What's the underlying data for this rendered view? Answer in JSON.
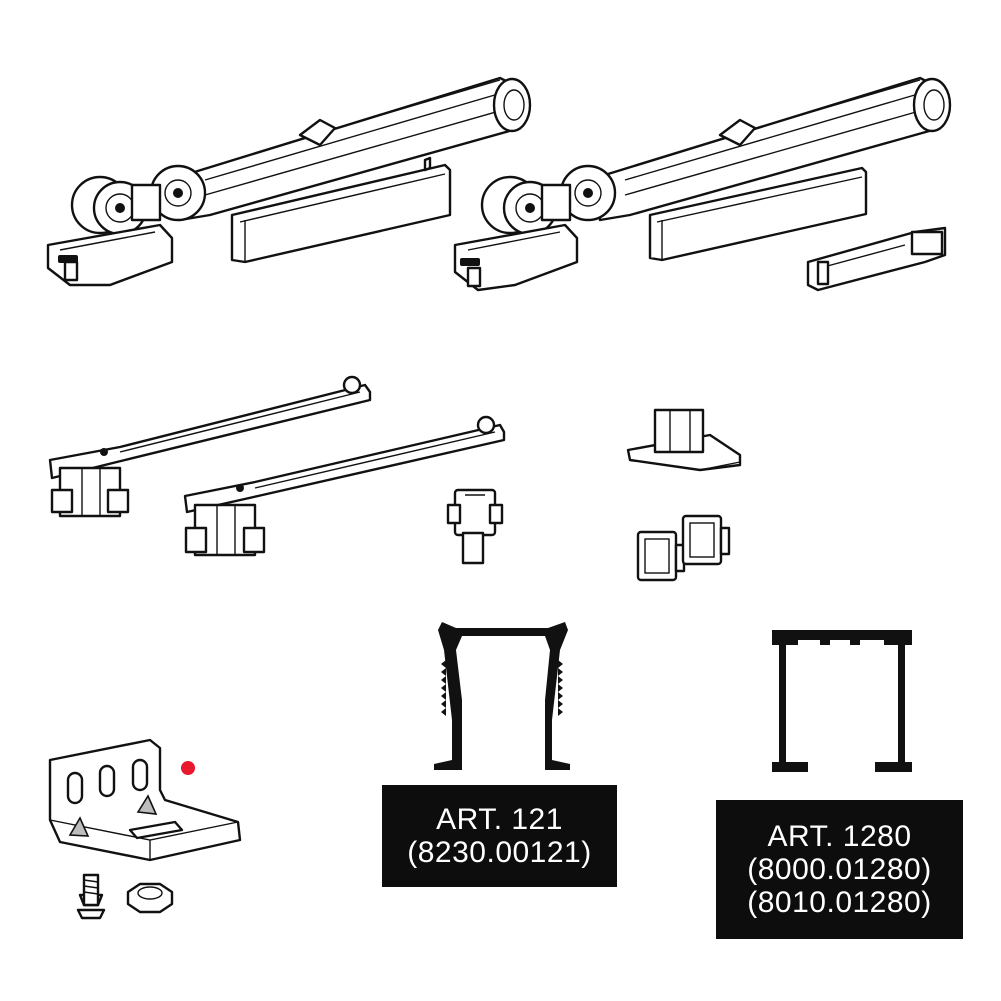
{
  "labels": {
    "art121": {
      "line1": "ART. 121",
      "line2": "(8230.00121)"
    },
    "art1280": {
      "line1": "ART. 1280",
      "line2": "(8000.01280)",
      "line3": "(8010.01280)"
    }
  },
  "colors": {
    "line": "#111111",
    "label_bg": "#0d0d0d",
    "label_text": "#ffffff",
    "marker": "#e8192c"
  },
  "icons": [
    "trolley-damper-icon",
    "guide-channel-icon",
    "connector-clip-icon",
    "hanging-bolt-icon",
    "floor-guide-icon",
    "end-cap-icon",
    "wall-bracket-icon",
    "screw-icon",
    "nut-icon",
    "track-profile-icon"
  ]
}
